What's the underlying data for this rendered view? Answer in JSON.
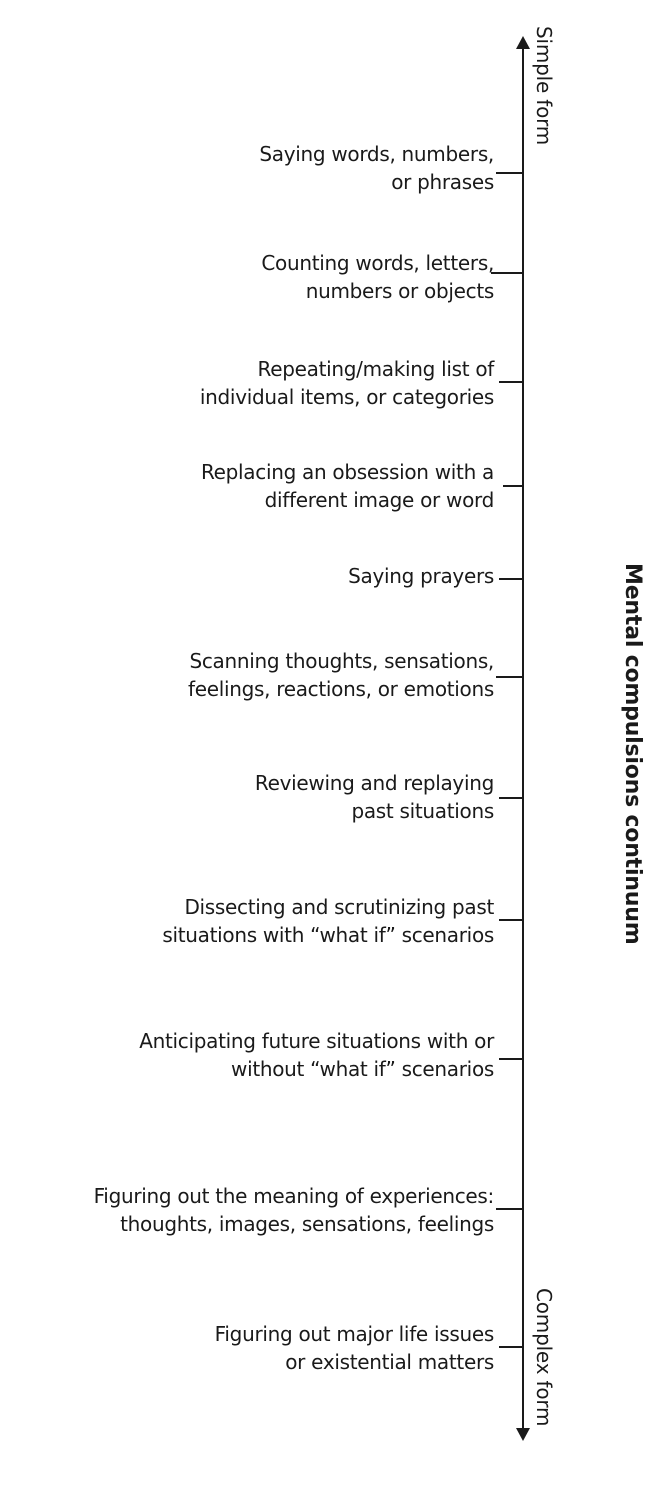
{
  "axis": {
    "title": "Mental compulsions continuum",
    "top_label": "Simple form",
    "bottom_label": "Complex form"
  },
  "items": [
    {
      "text": "Saying words, numbers,\nor phrases"
    },
    {
      "text": "Counting words, letters,\nnumbers or objects"
    },
    {
      "text": "Repeating/making list of\nindividual items, or categories"
    },
    {
      "text": "Replacing an obsession with a\ndifferent image or word"
    },
    {
      "text": "Saying prayers"
    },
    {
      "text": "Scanning thoughts, sensations,\nfeelings, reactions, or emotions"
    },
    {
      "text": "Reviewing and replaying\npast situations"
    },
    {
      "text": "Dissecting and scrutinizing past\nsituations with “what if” scenarios"
    },
    {
      "text": "Anticipating future situations with or\nwithout “what if” scenarios"
    },
    {
      "text": "Figuring out the meaning of experiences:\nthoughts, images, sensations, feelings"
    },
    {
      "text": "Figuring out major life issues\nor existential matters"
    }
  ]
}
